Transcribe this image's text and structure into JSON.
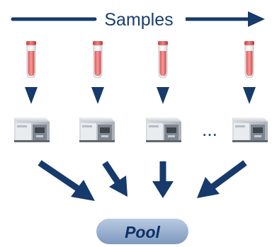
{
  "header": {
    "label": "Samples"
  },
  "ellipsis": "...",
  "pool": {
    "label": "Pool"
  },
  "samples": [
    {
      "id": "sample-1"
    },
    {
      "id": "sample-2"
    },
    {
      "id": "sample-3"
    },
    {
      "id": "sample-n"
    }
  ],
  "colors": {
    "arrow": "#163a6b",
    "tube_liquid": "#ef6b6b",
    "pool_fill": "#8aa6c8",
    "pool_text": "#0f2f66",
    "instrument_body": "#9aa3ab"
  }
}
